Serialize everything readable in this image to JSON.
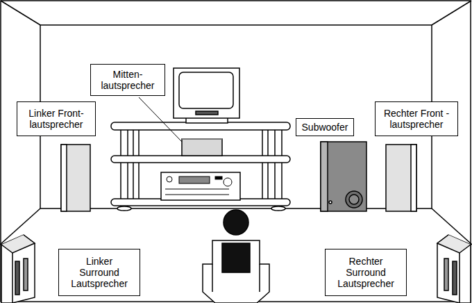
{
  "diagram": {
    "nodes": [
      {
        "text": [
          "Mitten- lautsprecher"
        ]
      },
      {
        "text": [
          "Linker Front- lautsprecher"
        ]
      },
      {
        "text": [
          "Subwoofer"
        ]
      },
      {
        "text": [
          "Rechter Front -lautsprecher"
        ]
      },
      {
        "text": [
          "Linker Surround Lautsprecher"
        ]
      },
      {
        "text": [
          "Rechter Surround Lautsprecher"
        ]
      }
    ]
  }
}
